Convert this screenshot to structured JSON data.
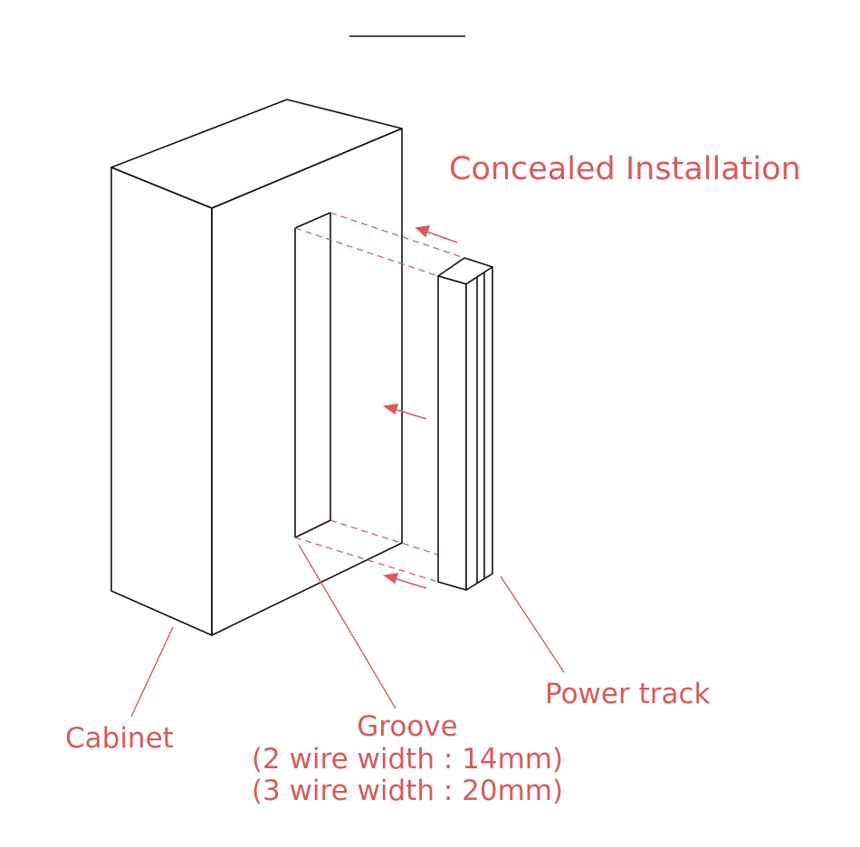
{
  "title": "Concealed Installation",
  "labels": {
    "cabinet": "Cabinet",
    "power_track": "Power track",
    "groove": "Groove",
    "groove_2wire": "(2 wire width : 14mm)",
    "groove_3wire": "(3 wire width : 20mm)"
  },
  "colors": {
    "accent": "#d95a5a",
    "line": "#111111",
    "background": "#ffffff"
  }
}
